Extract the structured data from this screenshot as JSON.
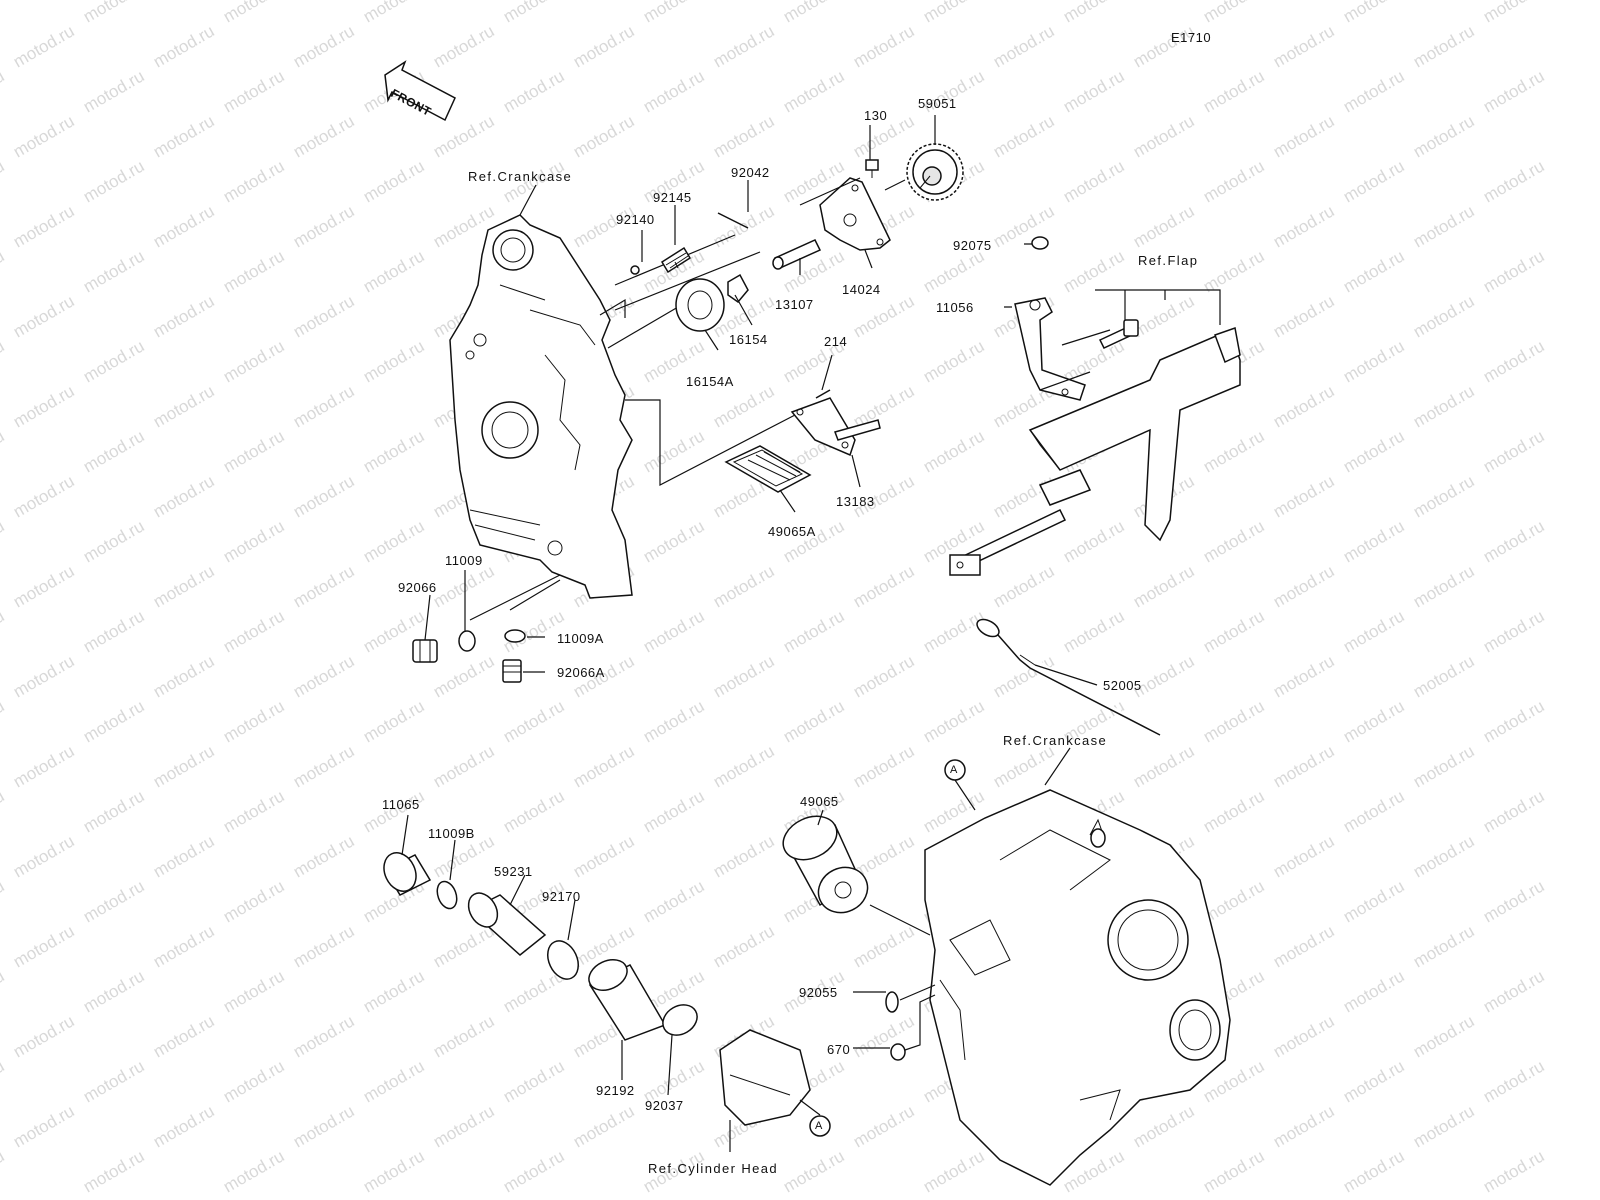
{
  "diagram": {
    "code": "E1710",
    "watermark": "motod.ru",
    "arrow_text": "FRONT",
    "references": [
      {
        "id": "ref-crankcase-top",
        "text": "Ref.Crankcase"
      },
      {
        "id": "ref-flap",
        "text": "Ref.Flap"
      },
      {
        "id": "ref-crankcase-bottom",
        "text": "Ref.Crankcase"
      },
      {
        "id": "ref-cylinder-head",
        "text": "Ref.Cylinder Head"
      }
    ],
    "callouts": [
      "A",
      "A"
    ],
    "parts": [
      "130",
      "59051",
      "92042",
      "92145",
      "92140",
      "13107",
      "14024",
      "16154",
      "16154A",
      "92075",
      "11056",
      "214",
      "13183",
      "49065A",
      "11009",
      "92066",
      "11009A",
      "92066A",
      "52005",
      "11065",
      "11009B",
      "59231",
      "92170",
      "49065",
      "92055",
      "670",
      "92192",
      "92037"
    ]
  }
}
